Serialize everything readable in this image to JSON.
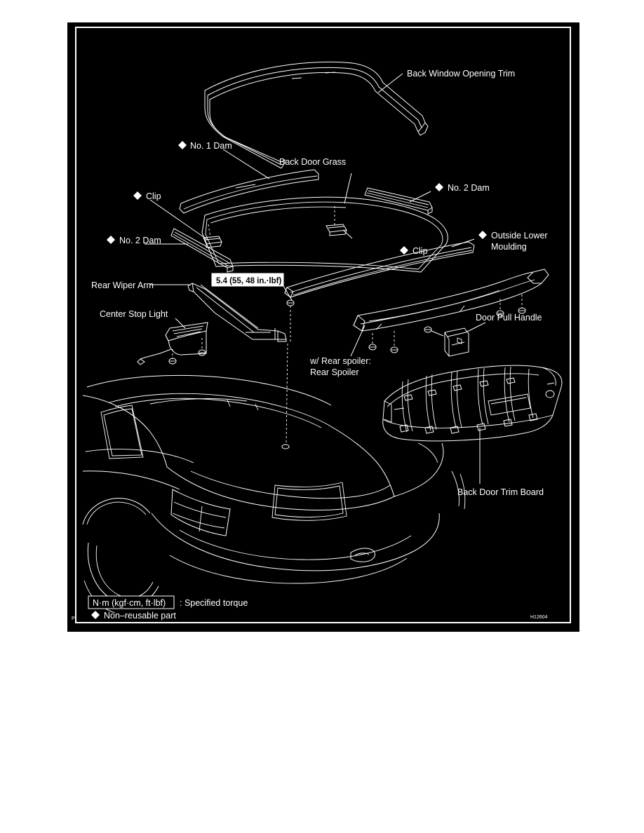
{
  "figure": {
    "id_code": "H12604",
    "corner_mark": "P",
    "background_color": "#000000",
    "line_color": "#ffffff"
  },
  "labels": {
    "back_window_opening_trim": "Back Window Opening Trim",
    "no_1_dam": "No. 1 Dam",
    "back_door_grass": "Back Door Grass",
    "no_2_dam_right": "No. 2 Dam",
    "clip_left": "Clip",
    "clip_center": "Clip",
    "no_2_dam_left": "No. 2 Dam",
    "outside_lower_moulding_line1": "Outside Lower",
    "outside_lower_moulding_line2": "Moulding",
    "rear_wiper_arm": "Rear Wiper Arm",
    "center_stop_light": "Center Stop Light",
    "rear_spoiler_line1": "w/ Rear spoiler:",
    "rear_spoiler_line2": "Rear Spoiler",
    "door_pull_handle": "Door Pull Handle",
    "back_door_trim_board": "Back Door Trim Board"
  },
  "torque": {
    "callout_value": "5.4 (55, 48 in.·lbf)"
  },
  "legend": {
    "torque_units": "N·m (kgf·cm, ft·lbf)",
    "torque_meaning": ": Specified torque",
    "non_reusable": "Non–reusable part",
    "diamond_symbol": "◆"
  },
  "icons": {
    "diamond": "diamond-icon",
    "bolt": "bolt-icon",
    "clip": "clip-icon"
  }
}
